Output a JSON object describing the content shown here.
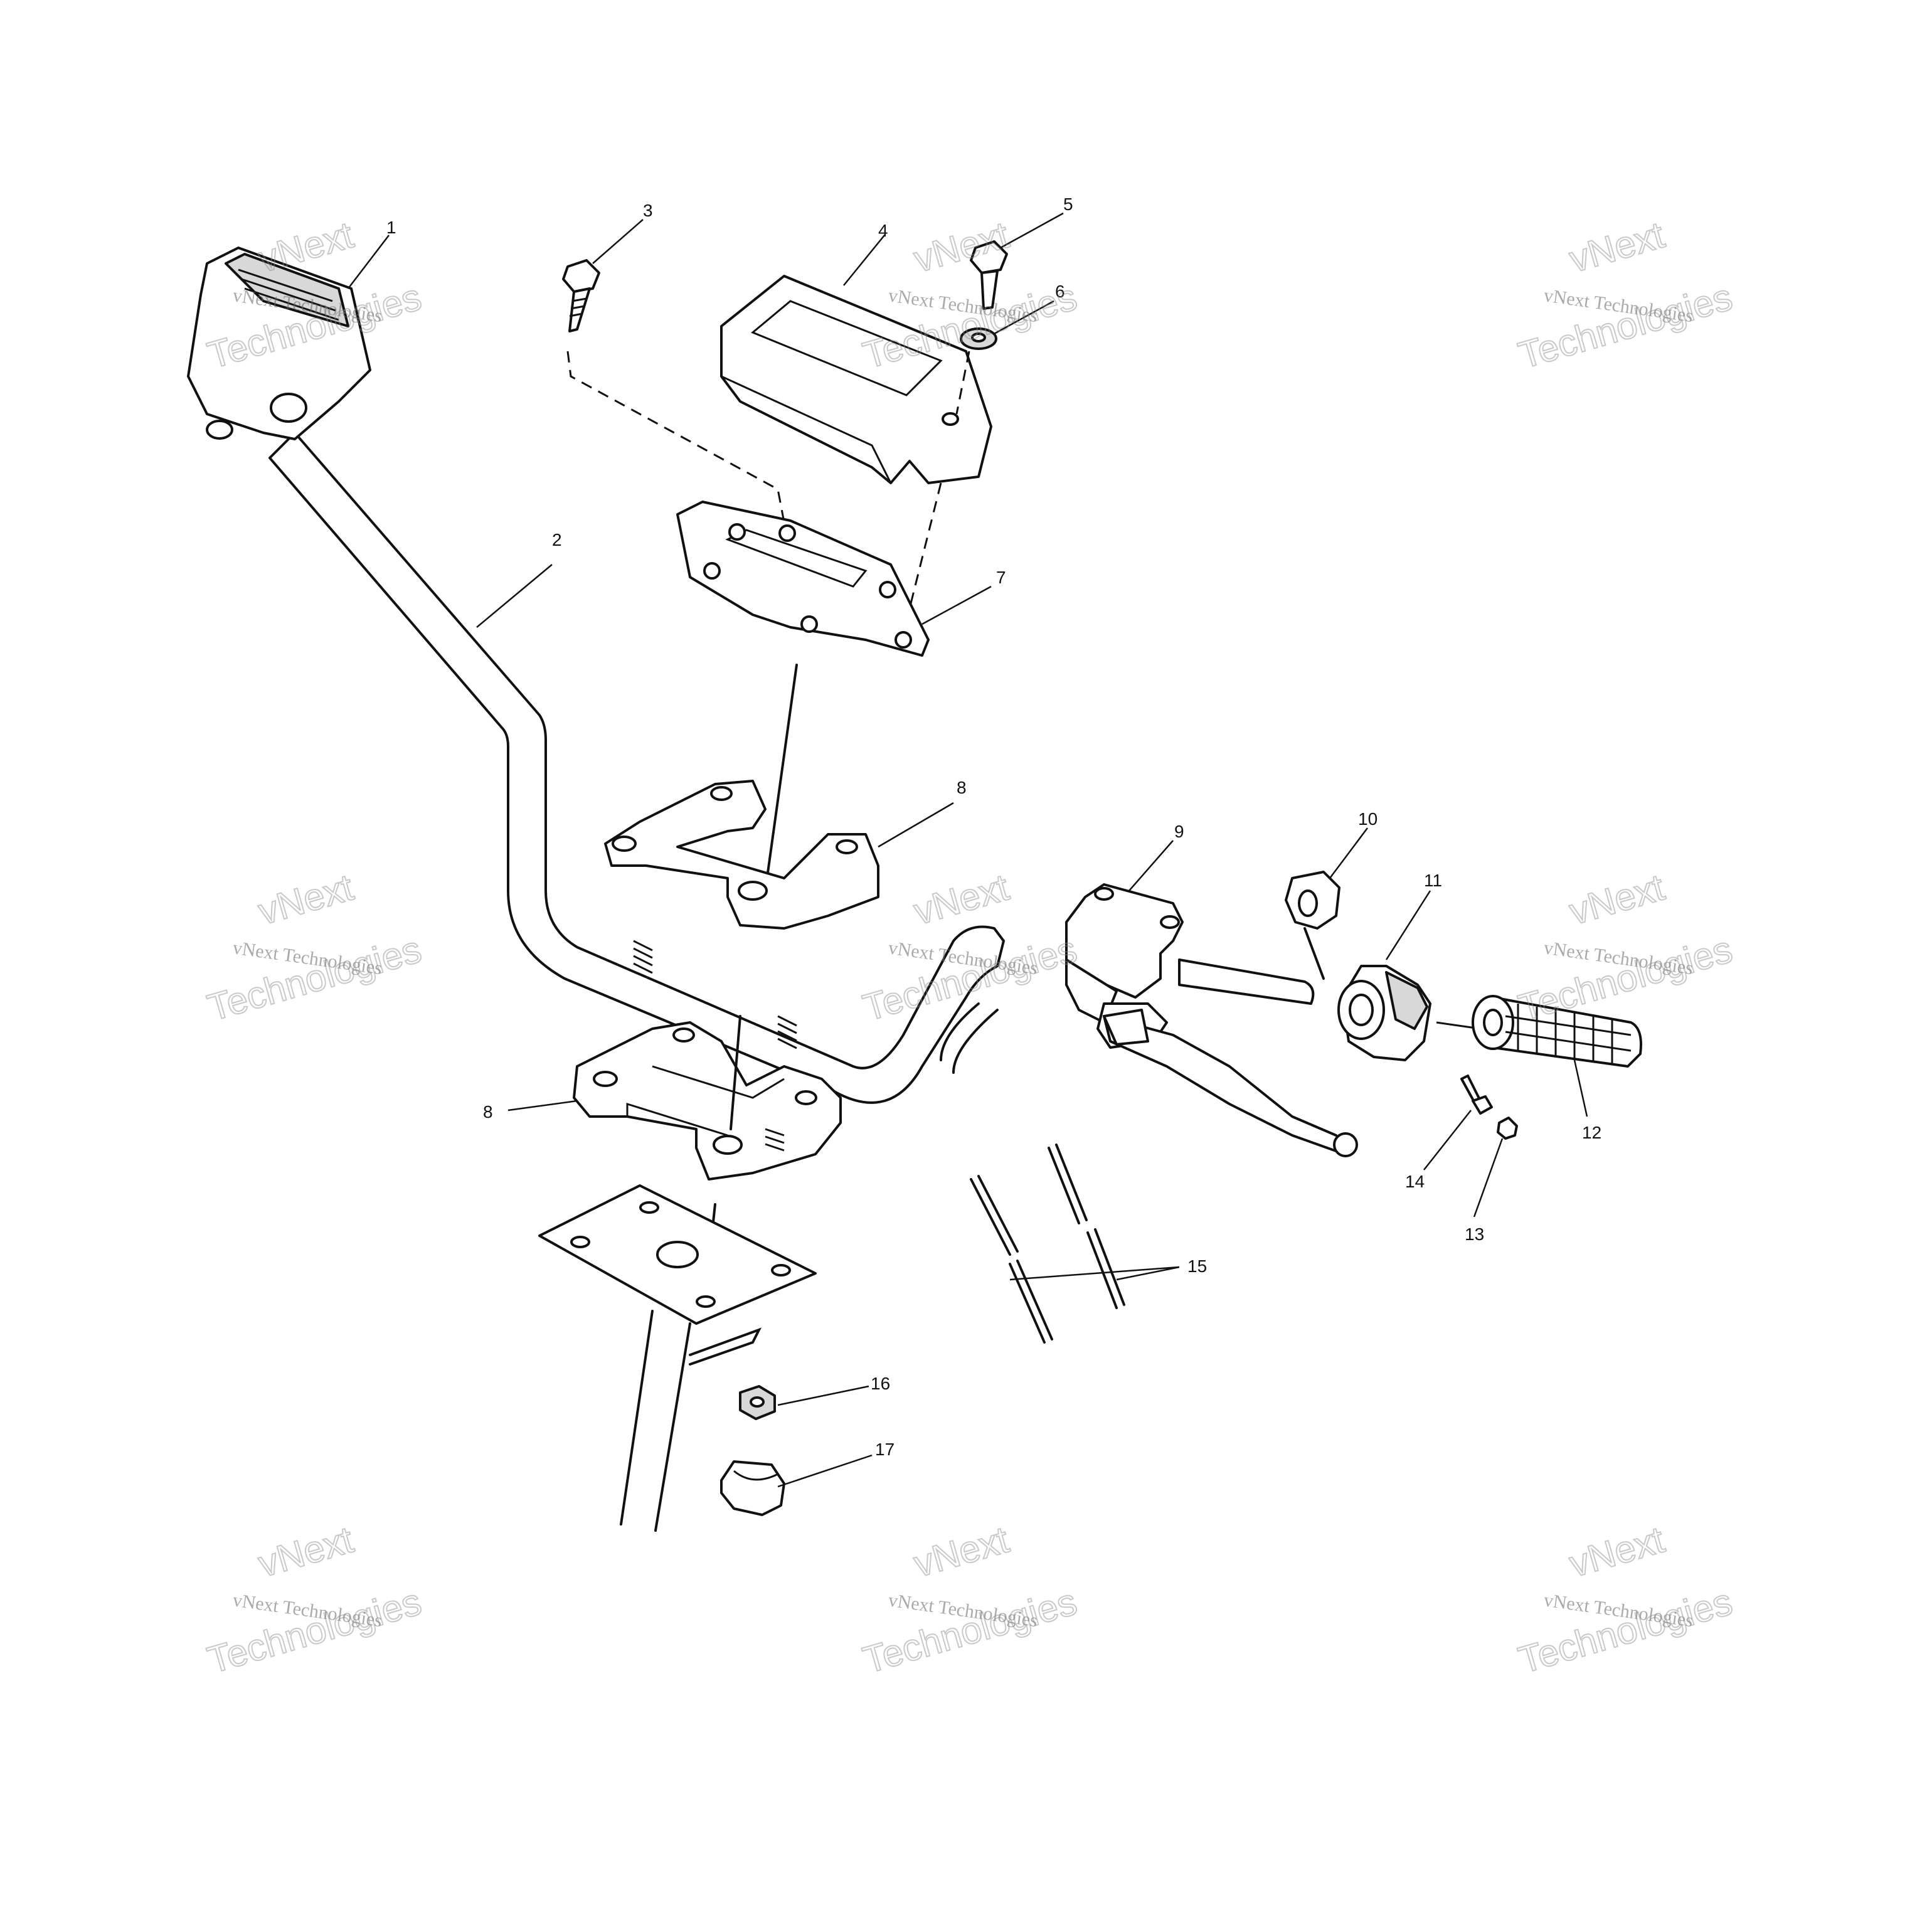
{
  "callouts": {
    "c1": "1",
    "c2": "2",
    "c3": "3",
    "c4": "4",
    "c5": "5",
    "c6": "6",
    "c7": "7",
    "c8a": "8",
    "c8b": "8",
    "c9": "9",
    "c10": "10",
    "c11": "11",
    "c12": "12",
    "c13": "13",
    "c14": "14",
    "c15": "15",
    "c16": "16",
    "c17": "17"
  },
  "watermark": {
    "line1": "vNext Technologies",
    "line2a": "vNext",
    "line2b": "Technologies"
  }
}
